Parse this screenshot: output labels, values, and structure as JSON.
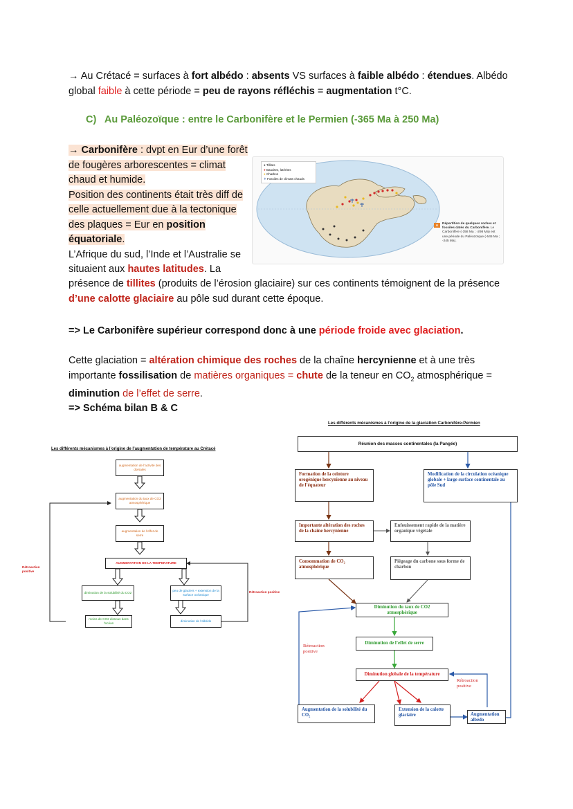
{
  "intro": {
    "arrow": "→",
    "t1": " Au Crétacé = surfaces à ",
    "b1": "fort albédo",
    "t2": " : ",
    "b2": "absents",
    "t3": " VS surfaces à ",
    "b3": "faible albédo",
    "t4": " : ",
    "b4": "étendues",
    "t5": ". Albédo",
    "t6": "global ",
    "r1": "faible",
    "t7": " à cette période = ",
    "b5": "peu de rayons réfléchis",
    "t8": " = ",
    "b6": "augmentation",
    "t9": " t°C."
  },
  "section_c": {
    "title": "C)   Au Paléozoïque : entre le Carbonifère et le Permien (-365 Ma à 250 Ma)"
  },
  "carbonifere": {
    "arrow": "→ ",
    "b1": "Carbonifère",
    "l1": " : dvpt en Eur d’une forêt",
    "l2": "de fougères arborescentes = climat",
    "l3": "chaud et humide.",
    "l4": "Position des continents était très diff de",
    "l5": "celle actuellement due à la tectonique",
    "l6": "des plaques = Eur en ",
    "b2": "position",
    "b3": "équatoriale",
    "dot": ".",
    "l7": "L’Afrique du sud, l’Inde et l’Australie se",
    "l8": "situaient aux ",
    "r1": "hautes latitudes",
    "l9": ". La",
    "l10": "présence de ",
    "r2": "tillites",
    "l11": " (produits de l’érosion glaciaire) sur ces continents témoignent de la présence",
    "r3": "d’une calotte glaciaire",
    "l12": " au pôle sud durant cette époque."
  },
  "map": {
    "legend": [
      "Tillites",
      "Bauxites, latérites",
      "Charbon",
      "Fossiles de climats chauds"
    ],
    "legend_colors": [
      "#333333",
      "#d22b2b",
      "#e8b923",
      "#2b5aa8"
    ],
    "badge": "6",
    "caption_bold": "Répartition de quelques roches et fossiles datés du Carbonifère.",
    "caption_rest": "Le Carbonifère (-358 Ma ; -298 Ma) est une période du Paléozoïque (-545 Ma ; -245 Ma)."
  },
  "conclusion": {
    "b1": "=> Le Carbonifère supérieur correspond donc à une ",
    "r1": "période froide avec glaciation",
    "b2": "."
  },
  "glaciation": {
    "t1": "Cette glaciation =  ",
    "r1": "altération chimique des roches",
    "t2": " de la chaîne ",
    "b1": "hercynienne",
    "t3": " et à une très",
    "t4": "importante ",
    "b2": "fossilisation",
    "t5": " de ",
    "r2": "matières organiques = ",
    "b3": "chute",
    "t6": " de la teneur en CO",
    "sub": "2",
    "t7": " atmosphérique =",
    "b4": "diminution",
    "r3": " de l’effet de serre",
    "t8": ".",
    "schema": "=> Schéma bilan B & C"
  },
  "diagram_a": {
    "title": "Les différents mécanismes à l’origine de l’augmentation de température au Crétacé",
    "boxes": {
      "dorsales": "augmentation de l’activité des dorsales",
      "co2": "augmentation du taux de CO2 atmosphérique",
      "serre": "augmentation de l’effet de serre",
      "temp": "AUGMENTATION DE LA TEMPERATURE",
      "solub": "diminution de la solubilité du CO2",
      "glaciers": "peu de glaciers + extension de la surface océanique",
      "moins": "moins de CO2 dissous dans l’océan",
      "albedo": "diminution de l’albédo"
    },
    "retro_left": "Rétroaction positive",
    "retro_right": "Rétroaction positive"
  },
  "diagram_b": {
    "title": "Les différents mécanismes à l’origine de la glaciation Carbonifère-Permien",
    "boxes": {
      "pangee": "Réunion des masses continentales (la Pangée)",
      "ceinture": "Formation de la ceinture orogénique hercynienne au niveau de l’équateur",
      "circulation": "Modification de la circulation océanique globale + large surface continentale au pôle Sud",
      "alteration": "Importante altération des roches de la chaîne hercynienne",
      "enfouissement": "Enfouissement rapide de la matière organique végétale",
      "consommation": "Consommation de CO₂ atmosphérique",
      "piegeage": "Piégeage du carbone sous forme de charbon",
      "dim_co2": "Diminution du taux de CO2 atmosphérique",
      "dim_serre": "Diminution de l’effet de serre",
      "dim_temp": "Diminution globale de la température",
      "solubilite": "Augmentation de la solubilité du CO₂",
      "calotte": "Extension de la calotte glaciaire",
      "albedo": "Augmentation albédo"
    },
    "retro_left": "Rétroaction positive",
    "retro_right": "Rétroaction positive"
  }
}
